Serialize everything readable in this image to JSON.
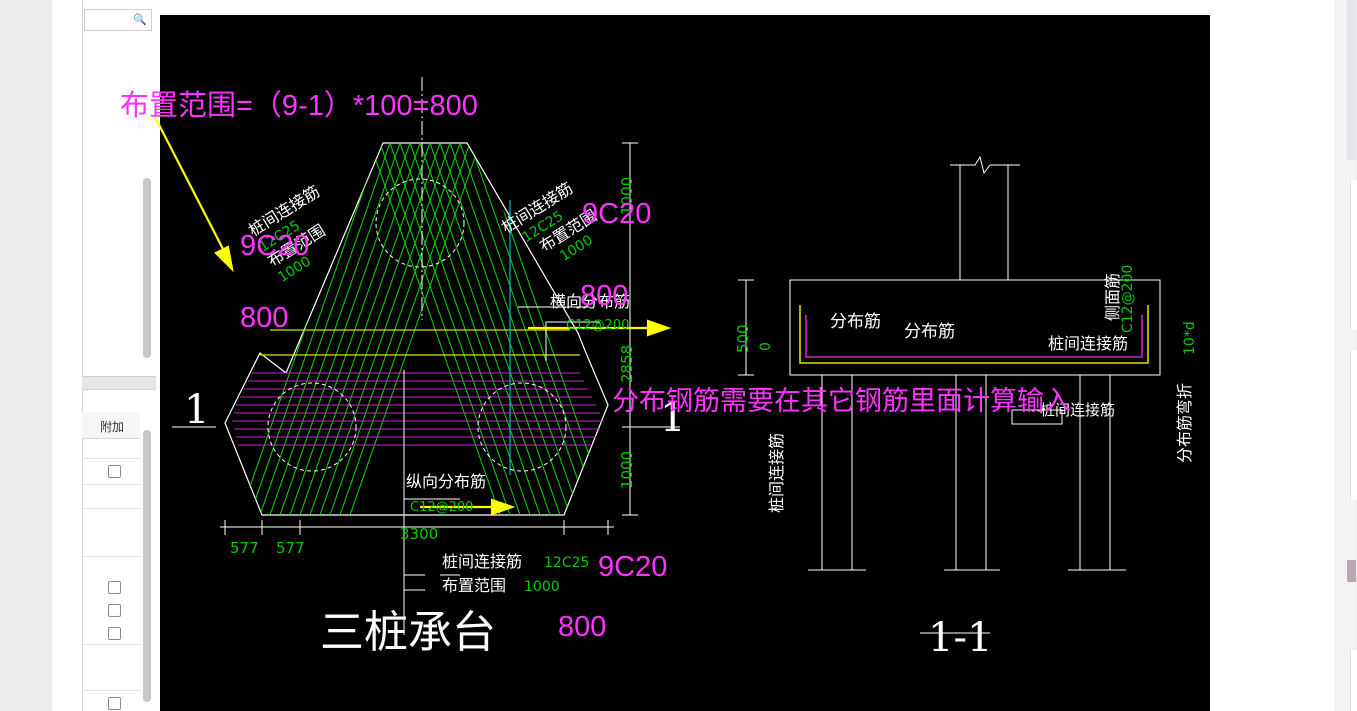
{
  "left_panel": {
    "search_icon": "search-icon",
    "grid_header": "附加",
    "checkbox_count": 5
  },
  "cad": {
    "title": "三桩承台",
    "section_label": "1-1",
    "section_mark": "1",
    "dims": {
      "d1000_top": "1000",
      "d2858": "2858",
      "d1000_bot": "1000",
      "d3300": "3300",
      "d577a": "577",
      "d577b": "577",
      "d500": "500",
      "d0": "0",
      "d10d": "10*d",
      "side_rebar": "C12@200"
    },
    "labels": {
      "pile_connect_left": "桩间连接筋",
      "pile_connect_left_val": "12C25",
      "range_left": "布置范围",
      "range_left_val": "1000",
      "pile_connect_right": "桩间连接筋",
      "pile_connect_right_val": "12C25",
      "range_right": "布置范围",
      "range_right_val": "1000",
      "transverse": "横向分布筋",
      "transverse_val": "C12@200",
      "longitudinal": "纵向分布筋",
      "longitudinal_val": "C12@200",
      "pile_connect_bottom": "桩间连接筋",
      "pile_connect_bottom_val": "12C25",
      "range_bottom": "布置范围",
      "range_bottom_val": "1000",
      "dist_bar_1": "分布筋",
      "dist_bar_2": "分布筋",
      "pile_connect_sec": "桩间连接筋",
      "side_face": "侧面筋",
      "pile_connect_sec2": "桩间连接筋",
      "dist_bend": "分布筋弯折",
      "pile_connect_vert": "桩间连接筋"
    },
    "annotations": {
      "range_formula": "布置范围=（9-1）*100=800",
      "a_9c20_left": "9C20",
      "a_800_left": "800",
      "a_9c20_right": "9C20",
      "a_800_right": "800",
      "a_note": "分布钢筋需要在其它钢筋里面计算输入",
      "a_9c20_bottom": "9C20",
      "a_800_bottom": "800"
    },
    "colors": {
      "background": "#000000",
      "annotation": "#ff33ff",
      "arrow": "#ffff00",
      "rebar": "#00dd00",
      "outline": "#ffffff",
      "dim_text": "#00cc00",
      "distribution_bars": "#cc22cc",
      "cyan_line": "#00bcbc"
    }
  }
}
